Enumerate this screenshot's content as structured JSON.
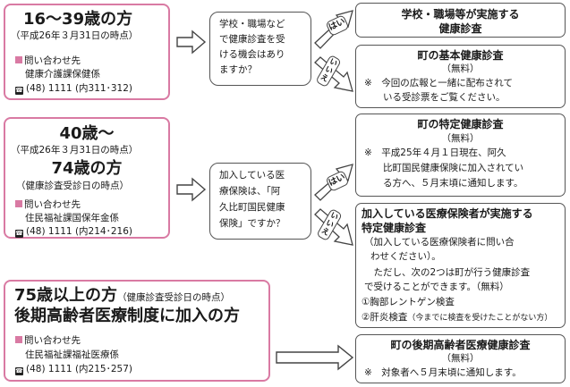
{
  "section1": {
    "title": "16～39歳の方",
    "sub": "（平成26年３月31日の時点）",
    "contact_label": "問い合わせ先",
    "dept": "健康介護課保健係",
    "phone": "(48) 1111 (内311･312)",
    "question": [
      "学校・職場など",
      "で健康診査を受",
      "ける機会はあり",
      "ますか？"
    ],
    "yes_label": "はい",
    "no_label": "いいえ",
    "yes_result": [
      "学校・職場等が実施する",
      "健康診査"
    ],
    "no_result": {
      "title": "町の基本健康診査",
      "fee": "（無料）",
      "note": [
        "※　今回の広報と一緒に配布されて",
        "　　いる受診票をご覧ください。"
      ]
    }
  },
  "section2": {
    "title_line1": "40歳～",
    "sub1": "（平成26年３月31日の時点）",
    "title_line2": "74歳の方",
    "sub2": "（健康診査受診日の時点）",
    "contact_label": "問い合わせ先",
    "dept": "住民福祉課国保年金係",
    "phone": "(48) 1111 (内214･216)",
    "question": [
      "加入している医",
      "療保険は、「阿",
      "久比町国民健康",
      "保険」ですか？"
    ],
    "yes_label": "はい",
    "no_label": "いいえ",
    "yes_result": {
      "title": "町の特定健康診査",
      "fee": "（無料）",
      "note": [
        "※　平成25年４月１日現在、阿久",
        "　　比町国民健康保険に加入されてい",
        "　　る方へ、５月末頃に通知します。"
      ]
    },
    "no_result": {
      "title": [
        "加入している医療保険者が実施する",
        "特定健康診査"
      ],
      "body": [
        "（加入している医療保険者に問い合",
        "わせください）。",
        "　ただし、次の2つは町が行う健康診査",
        "で受けることができます。（無料）"
      ],
      "item1": "①胸部レントゲン検査",
      "item2_main": "②肝炎検査",
      "item2_note": "（今までに検査を受けたことがない方）"
    }
  },
  "section3": {
    "title": "75歳以上の方",
    "title_sub": "（健康診査受診日の時点）",
    "title2": "後期高齢者医療制度に加入の方",
    "contact_label": "問い合わせ先",
    "dept": "住民福祉課福祉医療係",
    "phone": "(48) 1111 (内215･257)",
    "result": {
      "title": "町の後期高齢者医療健康診査",
      "fee": "（無料）",
      "note": "※　対象者へ５月末頃に通知します。"
    }
  },
  "icons": {
    "phone": "phone-icon",
    "contact_marker": "square-marker-icon"
  },
  "colors": {
    "accent": "#d97aa3",
    "border": "#555555"
  }
}
